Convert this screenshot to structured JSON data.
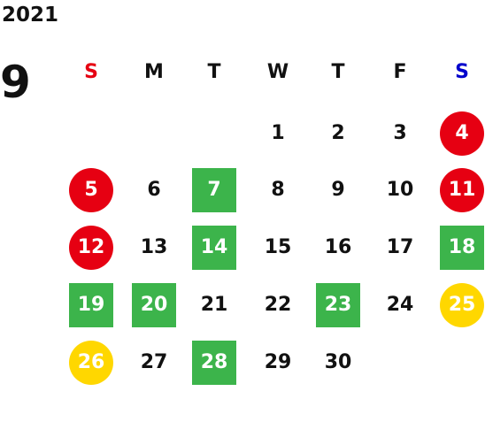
{
  "year": "2021",
  "month": "9",
  "colors": {
    "sunday": "#e60012",
    "saturday": "#0000cc",
    "red_day": "#e60012",
    "green_day": "#3cb44b",
    "yellow_day": "#ffd700",
    "text": "#111111"
  },
  "weekdays": [
    {
      "label": "S",
      "key": "sun",
      "color": "#e60012"
    },
    {
      "label": "M",
      "key": "mon",
      "color": "#111111"
    },
    {
      "label": "T",
      "key": "tue",
      "color": "#111111"
    },
    {
      "label": "W",
      "key": "wed",
      "color": "#111111"
    },
    {
      "label": "T",
      "key": "thu",
      "color": "#111111"
    },
    {
      "label": "F",
      "key": "fri",
      "color": "#111111"
    },
    {
      "label": "S",
      "key": "sat",
      "color": "#0000cc"
    }
  ],
  "days": [
    {
      "label": "1",
      "col": 3,
      "row": 0,
      "style": "plain",
      "color": ""
    },
    {
      "label": "2",
      "col": 4,
      "row": 0,
      "style": "plain",
      "color": ""
    },
    {
      "label": "3",
      "col": 5,
      "row": 0,
      "style": "plain",
      "color": ""
    },
    {
      "label": "4",
      "col": 6,
      "row": 0,
      "style": "circle",
      "color": "#e60012"
    },
    {
      "label": "5",
      "col": 0,
      "row": 1,
      "style": "circle",
      "color": "#e60012"
    },
    {
      "label": "6",
      "col": 1,
      "row": 1,
      "style": "plain",
      "color": ""
    },
    {
      "label": "7",
      "col": 2,
      "row": 1,
      "style": "square",
      "color": "#3cb44b"
    },
    {
      "label": "8",
      "col": 3,
      "row": 1,
      "style": "plain",
      "color": ""
    },
    {
      "label": "9",
      "col": 4,
      "row": 1,
      "style": "plain",
      "color": ""
    },
    {
      "label": "10",
      "col": 5,
      "row": 1,
      "style": "plain",
      "color": ""
    },
    {
      "label": "11",
      "col": 6,
      "row": 1,
      "style": "circle",
      "color": "#e60012"
    },
    {
      "label": "12",
      "col": 0,
      "row": 2,
      "style": "circle",
      "color": "#e60012"
    },
    {
      "label": "13",
      "col": 1,
      "row": 2,
      "style": "plain",
      "color": ""
    },
    {
      "label": "14",
      "col": 2,
      "row": 2,
      "style": "square",
      "color": "#3cb44b"
    },
    {
      "label": "15",
      "col": 3,
      "row": 2,
      "style": "plain",
      "color": ""
    },
    {
      "label": "16",
      "col": 4,
      "row": 2,
      "style": "plain",
      "color": ""
    },
    {
      "label": "17",
      "col": 5,
      "row": 2,
      "style": "plain",
      "color": ""
    },
    {
      "label": "18",
      "col": 6,
      "row": 2,
      "style": "square",
      "color": "#3cb44b"
    },
    {
      "label": "19",
      "col": 0,
      "row": 3,
      "style": "square",
      "color": "#3cb44b"
    },
    {
      "label": "20",
      "col": 1,
      "row": 3,
      "style": "square",
      "color": "#3cb44b"
    },
    {
      "label": "21",
      "col": 2,
      "row": 3,
      "style": "plain",
      "color": ""
    },
    {
      "label": "22",
      "col": 3,
      "row": 3,
      "style": "plain",
      "color": ""
    },
    {
      "label": "23",
      "col": 4,
      "row": 3,
      "style": "square",
      "color": "#3cb44b"
    },
    {
      "label": "24",
      "col": 5,
      "row": 3,
      "style": "plain",
      "color": ""
    },
    {
      "label": "25",
      "col": 6,
      "row": 3,
      "style": "circle",
      "color": "#ffd700"
    },
    {
      "label": "26",
      "col": 0,
      "row": 4,
      "style": "circle",
      "color": "#ffd700"
    },
    {
      "label": "27",
      "col": 1,
      "row": 4,
      "style": "plain",
      "color": ""
    },
    {
      "label": "28",
      "col": 2,
      "row": 4,
      "style": "square",
      "color": "#3cb44b"
    },
    {
      "label": "29",
      "col": 3,
      "row": 4,
      "style": "plain",
      "color": ""
    },
    {
      "label": "30",
      "col": 4,
      "row": 4,
      "style": "plain",
      "color": ""
    }
  ]
}
